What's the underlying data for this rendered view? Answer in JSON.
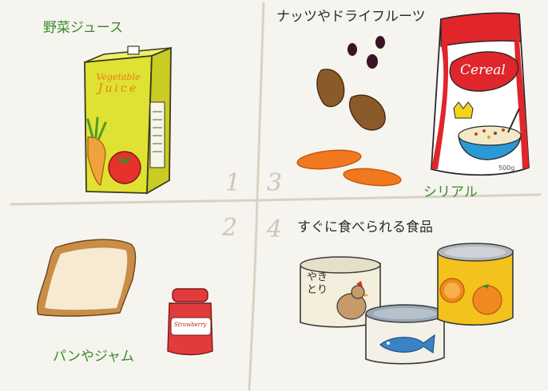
{
  "labels": {
    "q1": "野菜ジュース",
    "q2": "パンやジャム",
    "q3_a": "ナッツやドライフルーツ",
    "q3_b": "シリアル",
    "q4": "すぐに食べられる食品"
  },
  "numbers": {
    "n1": "1",
    "n2": "2",
    "n3": "3",
    "n4": "4"
  },
  "product_text": {
    "juice_line1": "Vegetable",
    "juice_line2": "Juice",
    "cereal": "Cereal",
    "cereal_weight": "500g",
    "jam": "Strawberry",
    "can_a": "やき",
    "can_b": "とり"
  },
  "colors": {
    "background": "#f5f4ef",
    "label_green": "#3d8a2a",
    "juice_box": "#dfe233",
    "cereal_red": "#e0262a",
    "apricot": "#f0781e",
    "jam_red": "#e23b3b",
    "can_yellow": "#f3c21c",
    "fish_blue": "#3a82c6"
  }
}
